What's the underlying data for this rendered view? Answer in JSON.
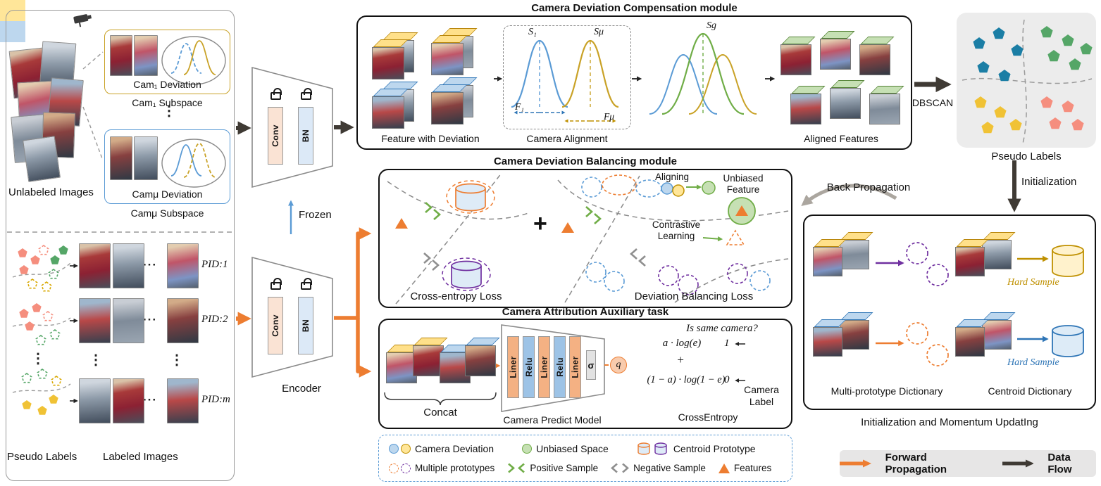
{
  "panel_left": {
    "unlabeled_images": "Unlabeled Images",
    "cam1_deviation": "Cam₁ Deviation",
    "cam1_subspace": "Cam₁ Subspace",
    "camu_deviation": "Camμ Deviation",
    "camu_subspace": "Camμ Subspace",
    "pseudo_labels": "Pseudo Labels",
    "labeled_images": "Labeled Images",
    "pid1": "PID:1",
    "pid2": "PID:2",
    "pidm": "PID:m"
  },
  "encoder": {
    "conv": "Conv",
    "bn": "BN",
    "frozen": "Frozen",
    "label": "Encoder"
  },
  "compensation": {
    "title": "Camera Deviation Compensation module",
    "feature_with_deviation": "Feature with Deviation",
    "camera_alignment": "Camera Alignment",
    "aligned_features": "Aligned Features",
    "s1": "S₁",
    "smu": "Sμ",
    "sg": "Sg",
    "f1": "F₁",
    "fmu": "Fμ",
    "dbscan": "DBSCAN"
  },
  "cluster": {
    "pseudo_labels": "Pseudo Labels",
    "initialization": "Initialization"
  },
  "balancing": {
    "title": "Camera Deviation Balancing module",
    "cross_entropy_loss": "Cross-entropy Loss",
    "plus": "+",
    "aligning": "Aligning",
    "unbiased_feature": "Unbiased Feature",
    "contrastive_learning": "Contrastive Learning",
    "deviation_balancing_loss": "Deviation Balancing Loss",
    "back_propagation": "Back Propagation"
  },
  "attribution": {
    "title": "Camera Attribution Auxiliary task",
    "concat": "Concat",
    "layers": [
      "Liner",
      "Relu",
      "Liner",
      "Relu",
      "Liner"
    ],
    "sigma": "σ",
    "q": "q",
    "model": "Camera Predict Model",
    "is_same_camera": "Is same camera?",
    "formula_top": "a · log(e)",
    "plus": "+",
    "formula_bottom": "(1 − a) · log(1 − e)",
    "one": "1",
    "zero": "0",
    "cross_entropy": "CrossEntropy",
    "camera_label": "Camera Label"
  },
  "legend": {
    "camera_deviation": "Camera Deviation",
    "unbiased_space": "Unbiased Space",
    "centroid_prototype": "Centroid Prototype",
    "multiple_prototypes": "Multiple prototypes",
    "positive_sample": "Positive Sample",
    "negative_sample": "Negative Sample",
    "features": "Features"
  },
  "dictionary": {
    "title": "Initialization and Momentum UpdatIng",
    "multi_prototype": "Multi-prototype Dictionary",
    "centroid": "Centroid Dictionary",
    "hard_sample_top": "Hard Sample",
    "hard_sample_bottom": "Hard Sample"
  },
  "flow": {
    "forward": "Forward Propagation",
    "data": "Data Flow"
  },
  "icons": {
    "vdots": "⋮",
    "hdots": "···"
  },
  "colors": {
    "orange": "#ED7D31",
    "dark": "#3F3A34",
    "blue": "#5B9BD5",
    "gold": "#BF9000",
    "green": "#70AD47",
    "purple": "#7030A0"
  }
}
